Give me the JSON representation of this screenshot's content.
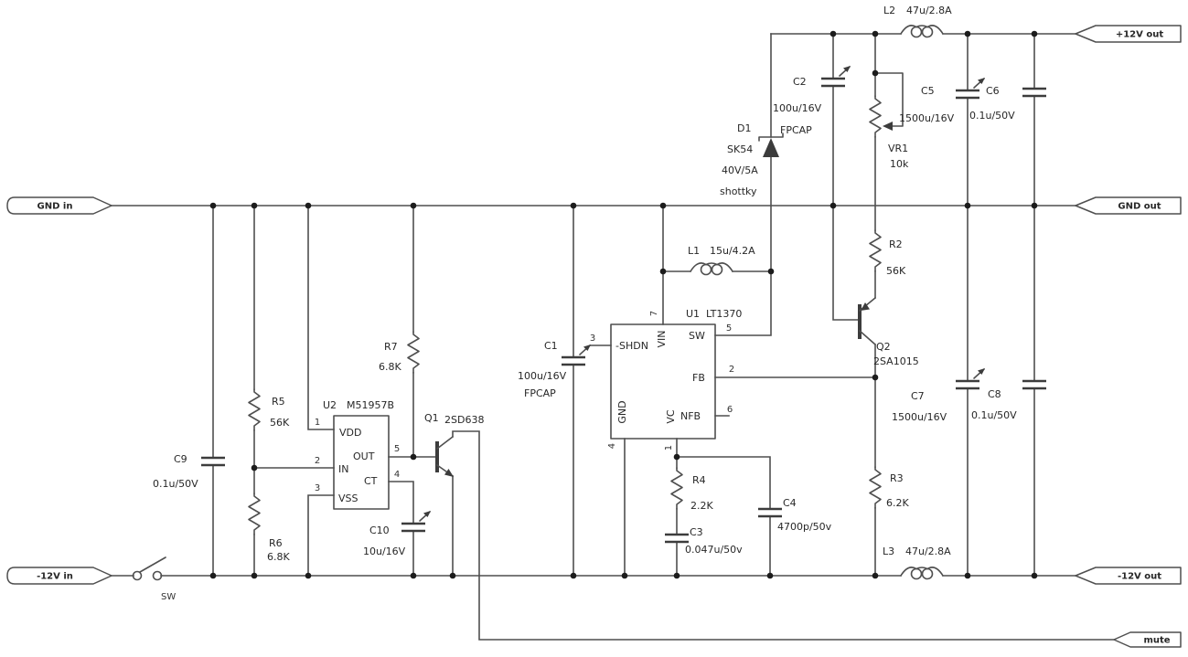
{
  "terminals": {
    "gnd_in": "GND in",
    "neg12_in": "-12V in",
    "pos12_out": "+12V out",
    "gnd_out": "GND out",
    "neg12_out": "-12V out",
    "mute": "mute"
  },
  "switch": {
    "ref": "SW"
  },
  "ics": {
    "u1": {
      "ref": "U1",
      "part": "LT1370",
      "pin_shdn": "-SHDN",
      "pin_vin": "VIN",
      "pin_sw": "SW",
      "pin_fb": "FB",
      "pin_nfb": "NFB",
      "pin_gnd": "GND",
      "pin_vc": "VC",
      "num_shdn": "3",
      "num_vin": "7",
      "num_sw": "5",
      "num_fb": "2",
      "num_nfb": "6",
      "num_gnd": "4",
      "num_vc": "1"
    },
    "u2": {
      "ref": "U2",
      "part": "M51957B",
      "pin_vdd": "VDD",
      "pin_in": "IN",
      "pin_vss": "VSS",
      "pin_out": "OUT",
      "pin_ct": "CT",
      "num_vdd": "1",
      "num_in": "2",
      "num_vss": "3",
      "num_out": "5",
      "num_ct": "4"
    }
  },
  "components": {
    "c9": {
      "ref": "C9",
      "value": "0.1u/50V"
    },
    "r5": {
      "ref": "R5",
      "value": "56K"
    },
    "r6": {
      "ref": "R6",
      "value": "6.8K"
    },
    "r7": {
      "ref": "R7",
      "value": "6.8K"
    },
    "c10": {
      "ref": "C10",
      "value": "10u/16V"
    },
    "q1": {
      "ref": "Q1",
      "part": "2SD638"
    },
    "c1": {
      "ref": "C1",
      "value": "100u/16V",
      "note": "FPCAP"
    },
    "l1": {
      "ref": "L1",
      "value": "15u/4.2A"
    },
    "d1": {
      "ref": "D1",
      "part": "SK54",
      "rating": "40V/5A",
      "kind": "shottky"
    },
    "r4": {
      "ref": "R4",
      "value": "2.2K"
    },
    "c3": {
      "ref": "C3",
      "value": "0.047u/50v"
    },
    "c4": {
      "ref": "C4",
      "value": "4700p/50v"
    },
    "c2": {
      "ref": "C2",
      "value": "100u/16V",
      "note": "FPCAP"
    },
    "vr1": {
      "ref": "VR1",
      "value": "10k"
    },
    "r2": {
      "ref": "R2",
      "value": "56K"
    },
    "q2": {
      "ref": "Q2",
      "part": "2SA1015"
    },
    "r3": {
      "ref": "R3",
      "value": "6.2K"
    },
    "l2": {
      "ref": "L2",
      "value": "47u/2.8A"
    },
    "l3": {
      "ref": "L3",
      "value": "47u/2.8A"
    },
    "c5": {
      "ref": "C5",
      "value": "1500u/16V"
    },
    "c6": {
      "ref": "C6",
      "value": "0.1u/50V"
    },
    "c7": {
      "ref": "C7",
      "value": "1500u/16V"
    },
    "c8": {
      "ref": "C8",
      "value": "0.1u/50V"
    }
  }
}
